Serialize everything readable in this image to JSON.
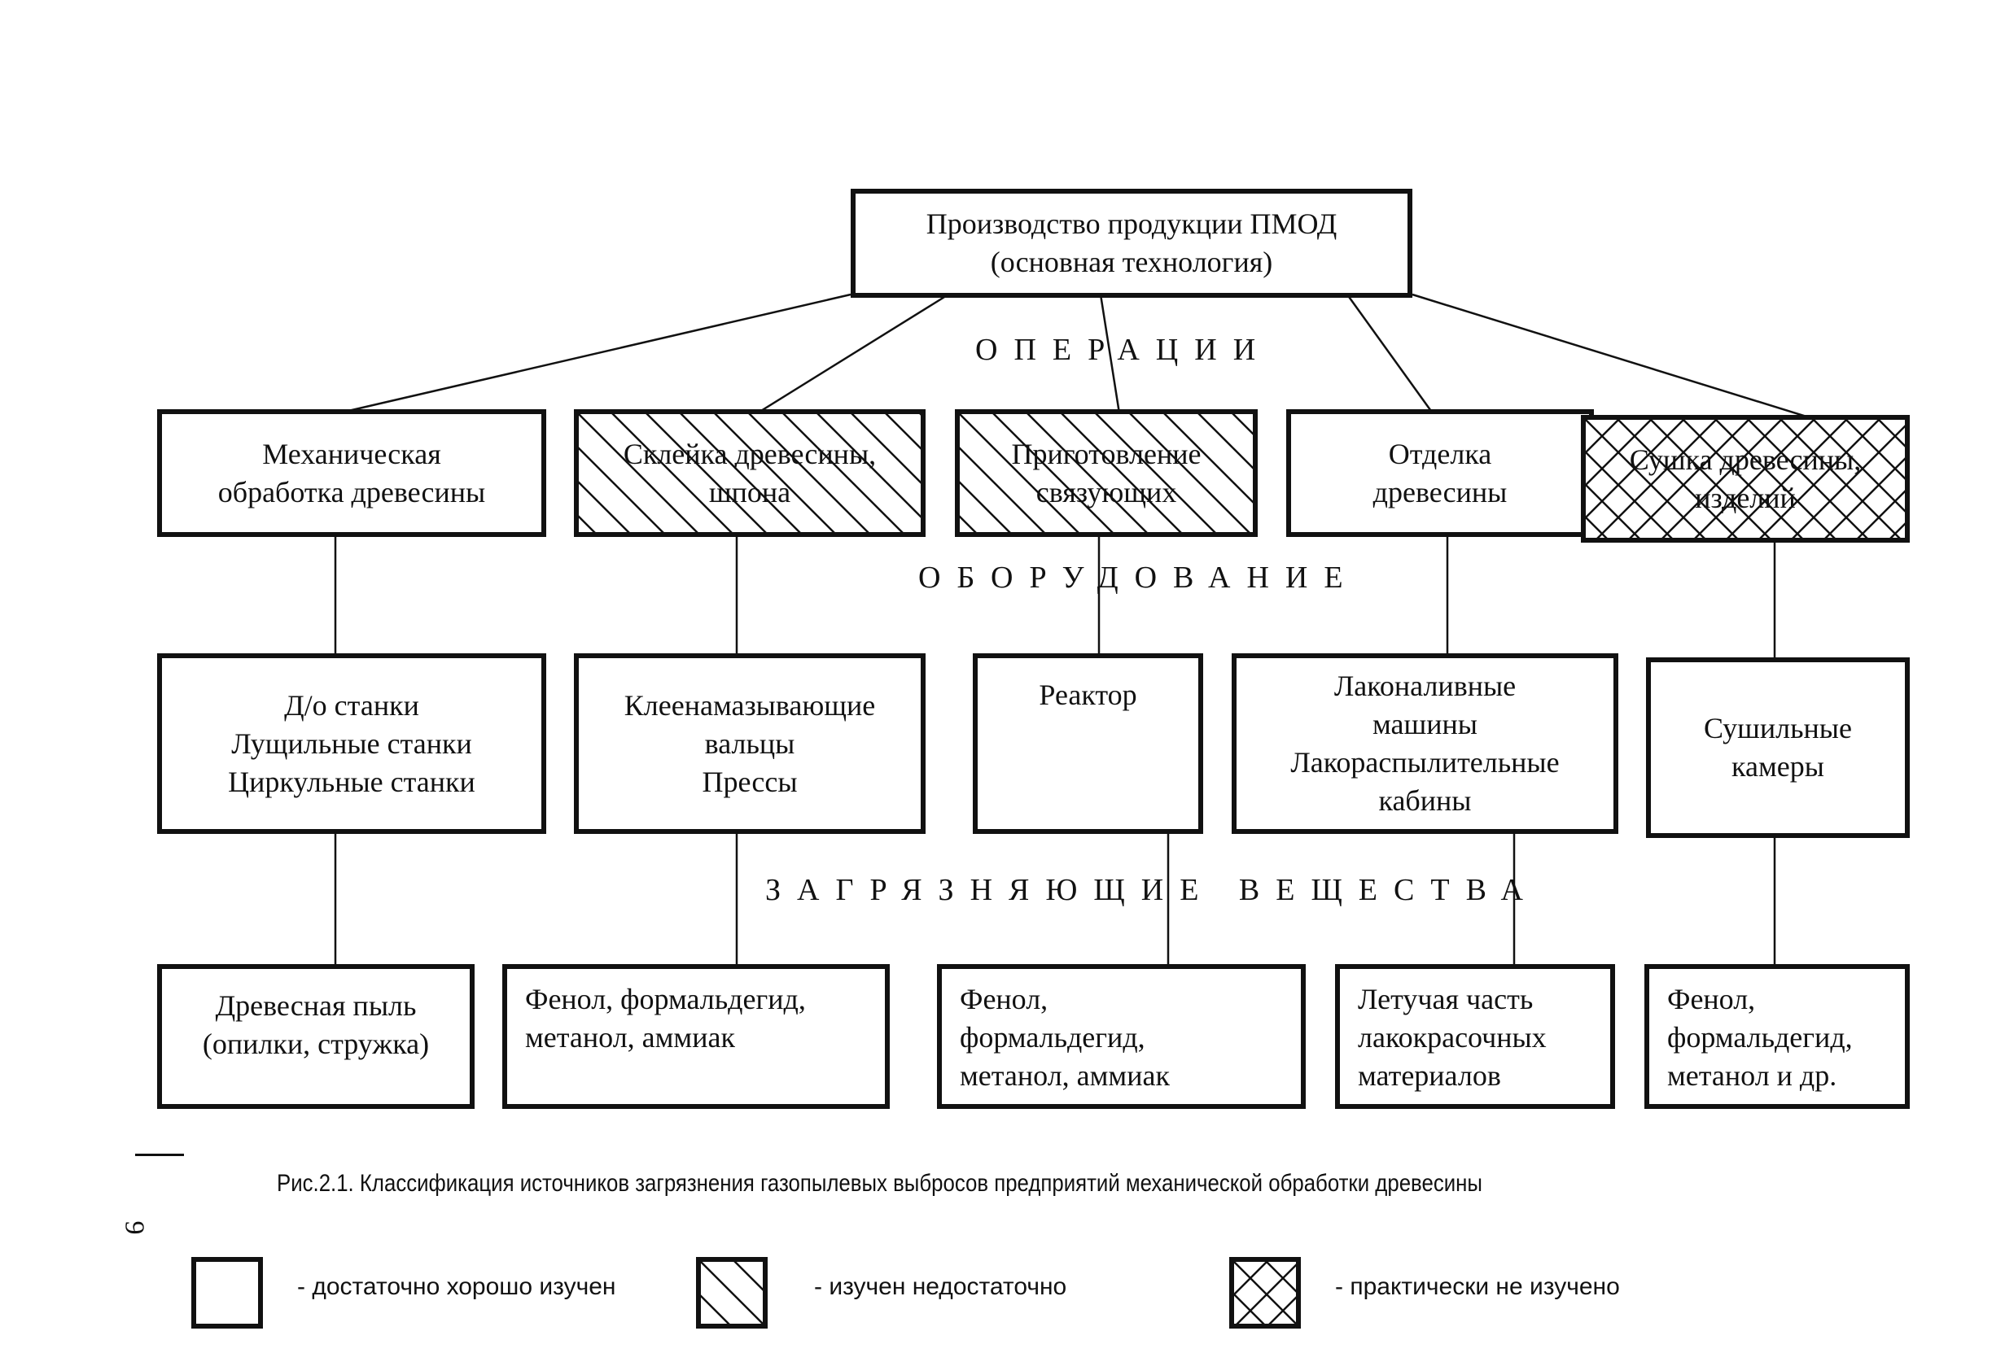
{
  "root": {
    "line1": "Производство продукции ПМОД",
    "line2": "(основная технология)"
  },
  "sections": {
    "operations": "ОПЕРАЦИИ",
    "equipment": "ОБОРУДОВАНИЕ",
    "pollutants": "ЗАГРЯЗНЯЮЩИЕ ВЕЩЕСТВА"
  },
  "operations": [
    {
      "label": "Механическая\nобработка древесины",
      "status": "достаточно хорошо изучен"
    },
    {
      "label": "Склейка древесины,\nшпона",
      "status": "изучен недостаточно"
    },
    {
      "label": "Приготовление\nсвязующих",
      "status": "изучен недостаточно"
    },
    {
      "label": "Отделка\nдревесины",
      "status": "достаточно хорошо изучен"
    },
    {
      "label": "Сушка  древесины,\nизделий",
      "status": "практически не изучено"
    }
  ],
  "equipment": [
    {
      "label": "Д/о станки\nЛущильные станки\nЦиркульные станки"
    },
    {
      "label": "Клеенамазывающие\nвальцы\nПрессы"
    },
    {
      "label": "Реактор"
    },
    {
      "label": "Лаконаливные\nмашины\nЛакораспылительные\nкабины"
    },
    {
      "label": "Сушильные\nкамеры"
    }
  ],
  "pollutants": [
    {
      "label": "Древесная пыль\n(опилки, стружка)"
    },
    {
      "label": "Фенол,   формальдегид,\nметанол, аммиак"
    },
    {
      "label": "Фенол,\nформальдегид,\nметанол, аммиак"
    },
    {
      "label": "Летучая    часть\nлакокрасочных\nматериалов"
    },
    {
      "label": "Фенол,\nформальдегид,\nметанол и др."
    }
  ],
  "caption": "Рис.2.1. Классификация источников загрязнения газопылевых выбросов предприятий механической обработки  древесины",
  "page_number": "9",
  "legend": [
    {
      "pattern": "none",
      "label": "- достаточно хорошо изучен"
    },
    {
      "pattern": "hatch",
      "label": "- изучен недостаточно"
    },
    {
      "pattern": "crosshatch",
      "label": "- практически не изучено"
    }
  ],
  "colors": {
    "ink": "#111111",
    "background": "#ffffff"
  }
}
